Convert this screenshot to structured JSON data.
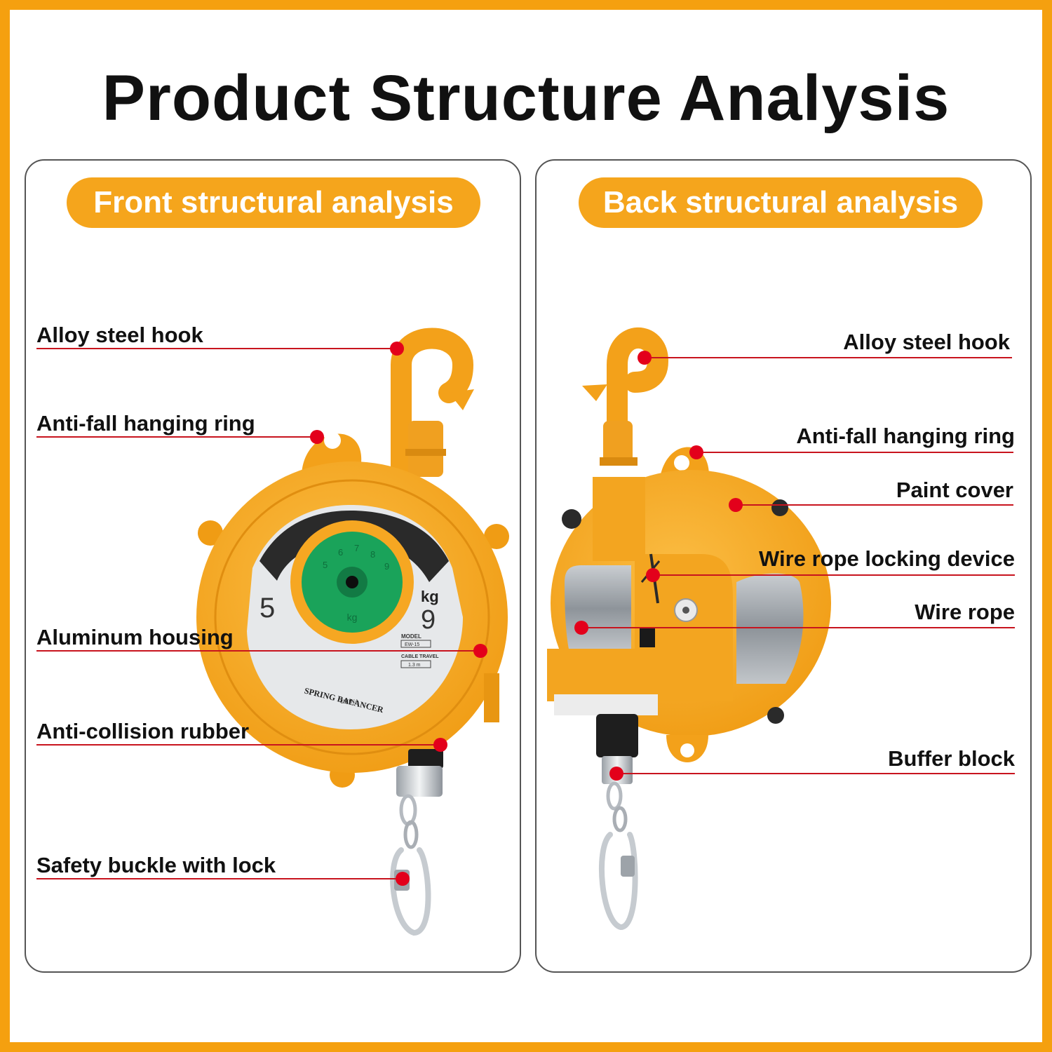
{
  "title": "Product Structure Analysis",
  "front": {
    "heading": "Front structural analysis",
    "labels": [
      "Alloy steel hook",
      "Anti-fall hanging ring",
      "Aluminum housing",
      "Anti-collision rubber",
      "Safety buckle with lock"
    ],
    "dial": {
      "left_number": "5",
      "right_number": "9",
      "unit": "kg",
      "hub_unit": "kg",
      "model_label": "MODEL",
      "model_value": "EW-15",
      "travel_label": "CABLE TRAVEL",
      "travel_value": "1.3 m",
      "country": "CHINA",
      "brand": "SPRING BALANCER",
      "scale": [
        "5",
        "6",
        "7",
        "8",
        "9"
      ]
    }
  },
  "back": {
    "heading": "Back structural analysis",
    "labels": [
      "Alloy steel hook",
      "Anti-fall hanging ring",
      "Paint cover",
      "Wire rope locking device",
      "Wire rope",
      "Buffer block"
    ]
  },
  "colors": {
    "accent": "#f5a00f",
    "body": "#f5a623",
    "marker": "#e3001b",
    "leader": "#c8141e",
    "hub": "#1aa35a"
  }
}
